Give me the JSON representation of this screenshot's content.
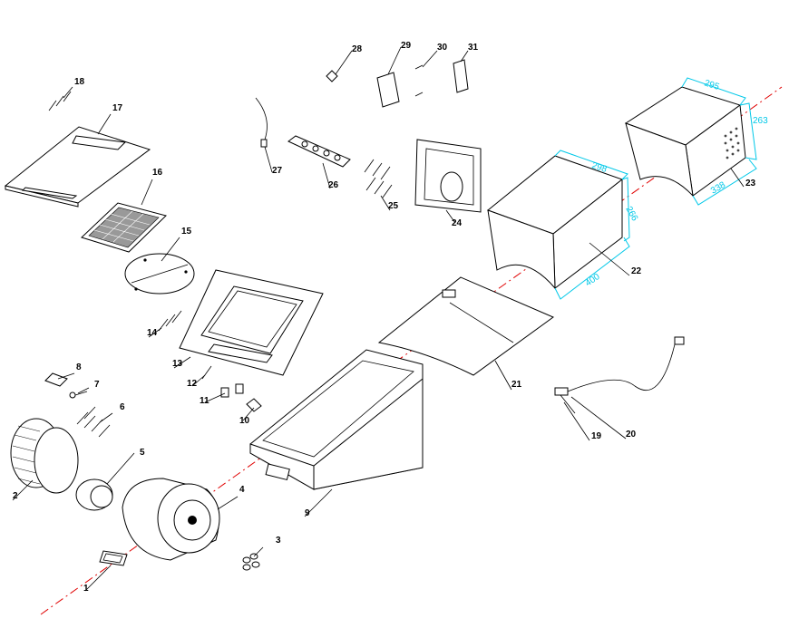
{
  "labels": [
    {
      "id": "1",
      "text": "1"
    },
    {
      "id": "2",
      "text": "2"
    },
    {
      "id": "3",
      "text": "3"
    },
    {
      "id": "4",
      "text": "4"
    },
    {
      "id": "5",
      "text": "5"
    },
    {
      "id": "6",
      "text": "6"
    },
    {
      "id": "7",
      "text": "7"
    },
    {
      "id": "8",
      "text": "8"
    },
    {
      "id": "9",
      "text": "9"
    },
    {
      "id": "10",
      "text": "10"
    },
    {
      "id": "11",
      "text": "11"
    },
    {
      "id": "12",
      "text": "12"
    },
    {
      "id": "13",
      "text": "13"
    },
    {
      "id": "14",
      "text": "14"
    },
    {
      "id": "15",
      "text": "15"
    },
    {
      "id": "16",
      "text": "16"
    },
    {
      "id": "17",
      "text": "17"
    },
    {
      "id": "18",
      "text": "18"
    },
    {
      "id": "19",
      "text": "19"
    },
    {
      "id": "20",
      "text": "20"
    },
    {
      "id": "21",
      "text": "21"
    },
    {
      "id": "22",
      "text": "22"
    },
    {
      "id": "23",
      "text": "23"
    },
    {
      "id": "24",
      "text": "24"
    },
    {
      "id": "25",
      "text": "25"
    },
    {
      "id": "26",
      "text": "26"
    },
    {
      "id": "27",
      "text": "27"
    },
    {
      "id": "28",
      "text": "28"
    },
    {
      "id": "29",
      "text": "29"
    },
    {
      "id": "30",
      "text": "30"
    },
    {
      "id": "31",
      "text": "31"
    }
  ],
  "dimensions": {
    "cover22_width": "298",
    "cover22_height": "266",
    "cover22_depth": "400",
    "cover23_width": "295",
    "cover23_height": "263",
    "cover23_depth": "338"
  },
  "colors": {
    "line": "#000000",
    "dimension": "#00c8e8",
    "axis": "#e00000"
  }
}
